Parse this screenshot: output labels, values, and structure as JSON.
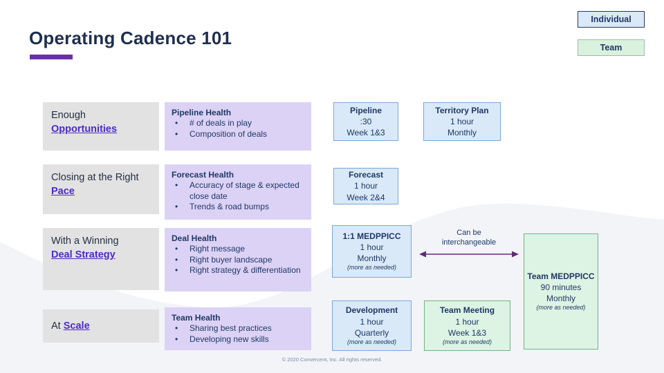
{
  "slide": {
    "title": "Operating Cadence 101",
    "footer": "© 2020 Convercent, Inc. All rights reserved."
  },
  "colors": {
    "accent_purple": "#6a30a8",
    "link_purple": "#4b2bc6",
    "navy_text": "#1f3864",
    "individual_fill": "#d9e9f8",
    "individual_border": "#7ba7d7",
    "team_fill": "#ddf3e4",
    "team_border": "#76b183",
    "goal_fill": "#e2e2e3",
    "health_fill": "#dcd2f6",
    "arrow": "#5e2d75",
    "wave_fill": "#f2f4f8"
  },
  "legend": [
    {
      "label": "Individual",
      "type": "individual"
    },
    {
      "label": "Team",
      "type": "team"
    }
  ],
  "rows": [
    {
      "goal": {
        "text": "Enough",
        "link": "Opportunities"
      },
      "health": {
        "title": "Pipeline Health",
        "bullets": [
          "# of deals in play",
          "Composition of deals"
        ]
      }
    },
    {
      "goal": {
        "text": "Closing at the Right",
        "link": "Pace"
      },
      "health": {
        "title": "Forecast Health",
        "bullets": [
          "Accuracy of stage & expected close date",
          "Trends & road bumps"
        ]
      }
    },
    {
      "goal": {
        "text": "With a Winning",
        "link": "Deal Strategy"
      },
      "health": {
        "title": "Deal Health",
        "bullets": [
          "Right message",
          "Right buyer landscape",
          "Right strategy & differentiation"
        ]
      }
    },
    {
      "goal": {
        "text": "At",
        "link": "Scale"
      },
      "health": {
        "title": "Team Health",
        "bullets": [
          "Sharing best practices",
          "Developing new skills"
        ]
      }
    }
  ],
  "meetings": [
    {
      "title": "Pipeline",
      "type": "individual",
      "lines": [
        ":30",
        "Week 1&3"
      ],
      "note": ""
    },
    {
      "title": "Territory Plan",
      "type": "individual",
      "lines": [
        "1 hour",
        "Monthly"
      ],
      "note": ""
    },
    {
      "title": "Forecast",
      "type": "individual",
      "lines": [
        "1 hour",
        "Week 2&4"
      ],
      "note": ""
    },
    {
      "title": "1:1 MEDPPICC",
      "type": "individual",
      "lines": [
        "1 hour",
        "Monthly"
      ],
      "note": "(more as needed)"
    },
    {
      "title": "Development",
      "type": "individual",
      "lines": [
        "1 hour",
        "Quarterly"
      ],
      "note": "(more as needed)"
    },
    {
      "title": "Team Meeting",
      "type": "team",
      "lines": [
        "1 hour",
        "Week 1&3"
      ],
      "note": "(more as needed)"
    },
    {
      "title": "Team MEDPPICC",
      "type": "team",
      "lines": [
        "90 minutes",
        "Monthly"
      ],
      "note": "(more as needed)"
    }
  ],
  "annotation": {
    "label_line1": "Can be",
    "label_line2": "interchangeable"
  }
}
